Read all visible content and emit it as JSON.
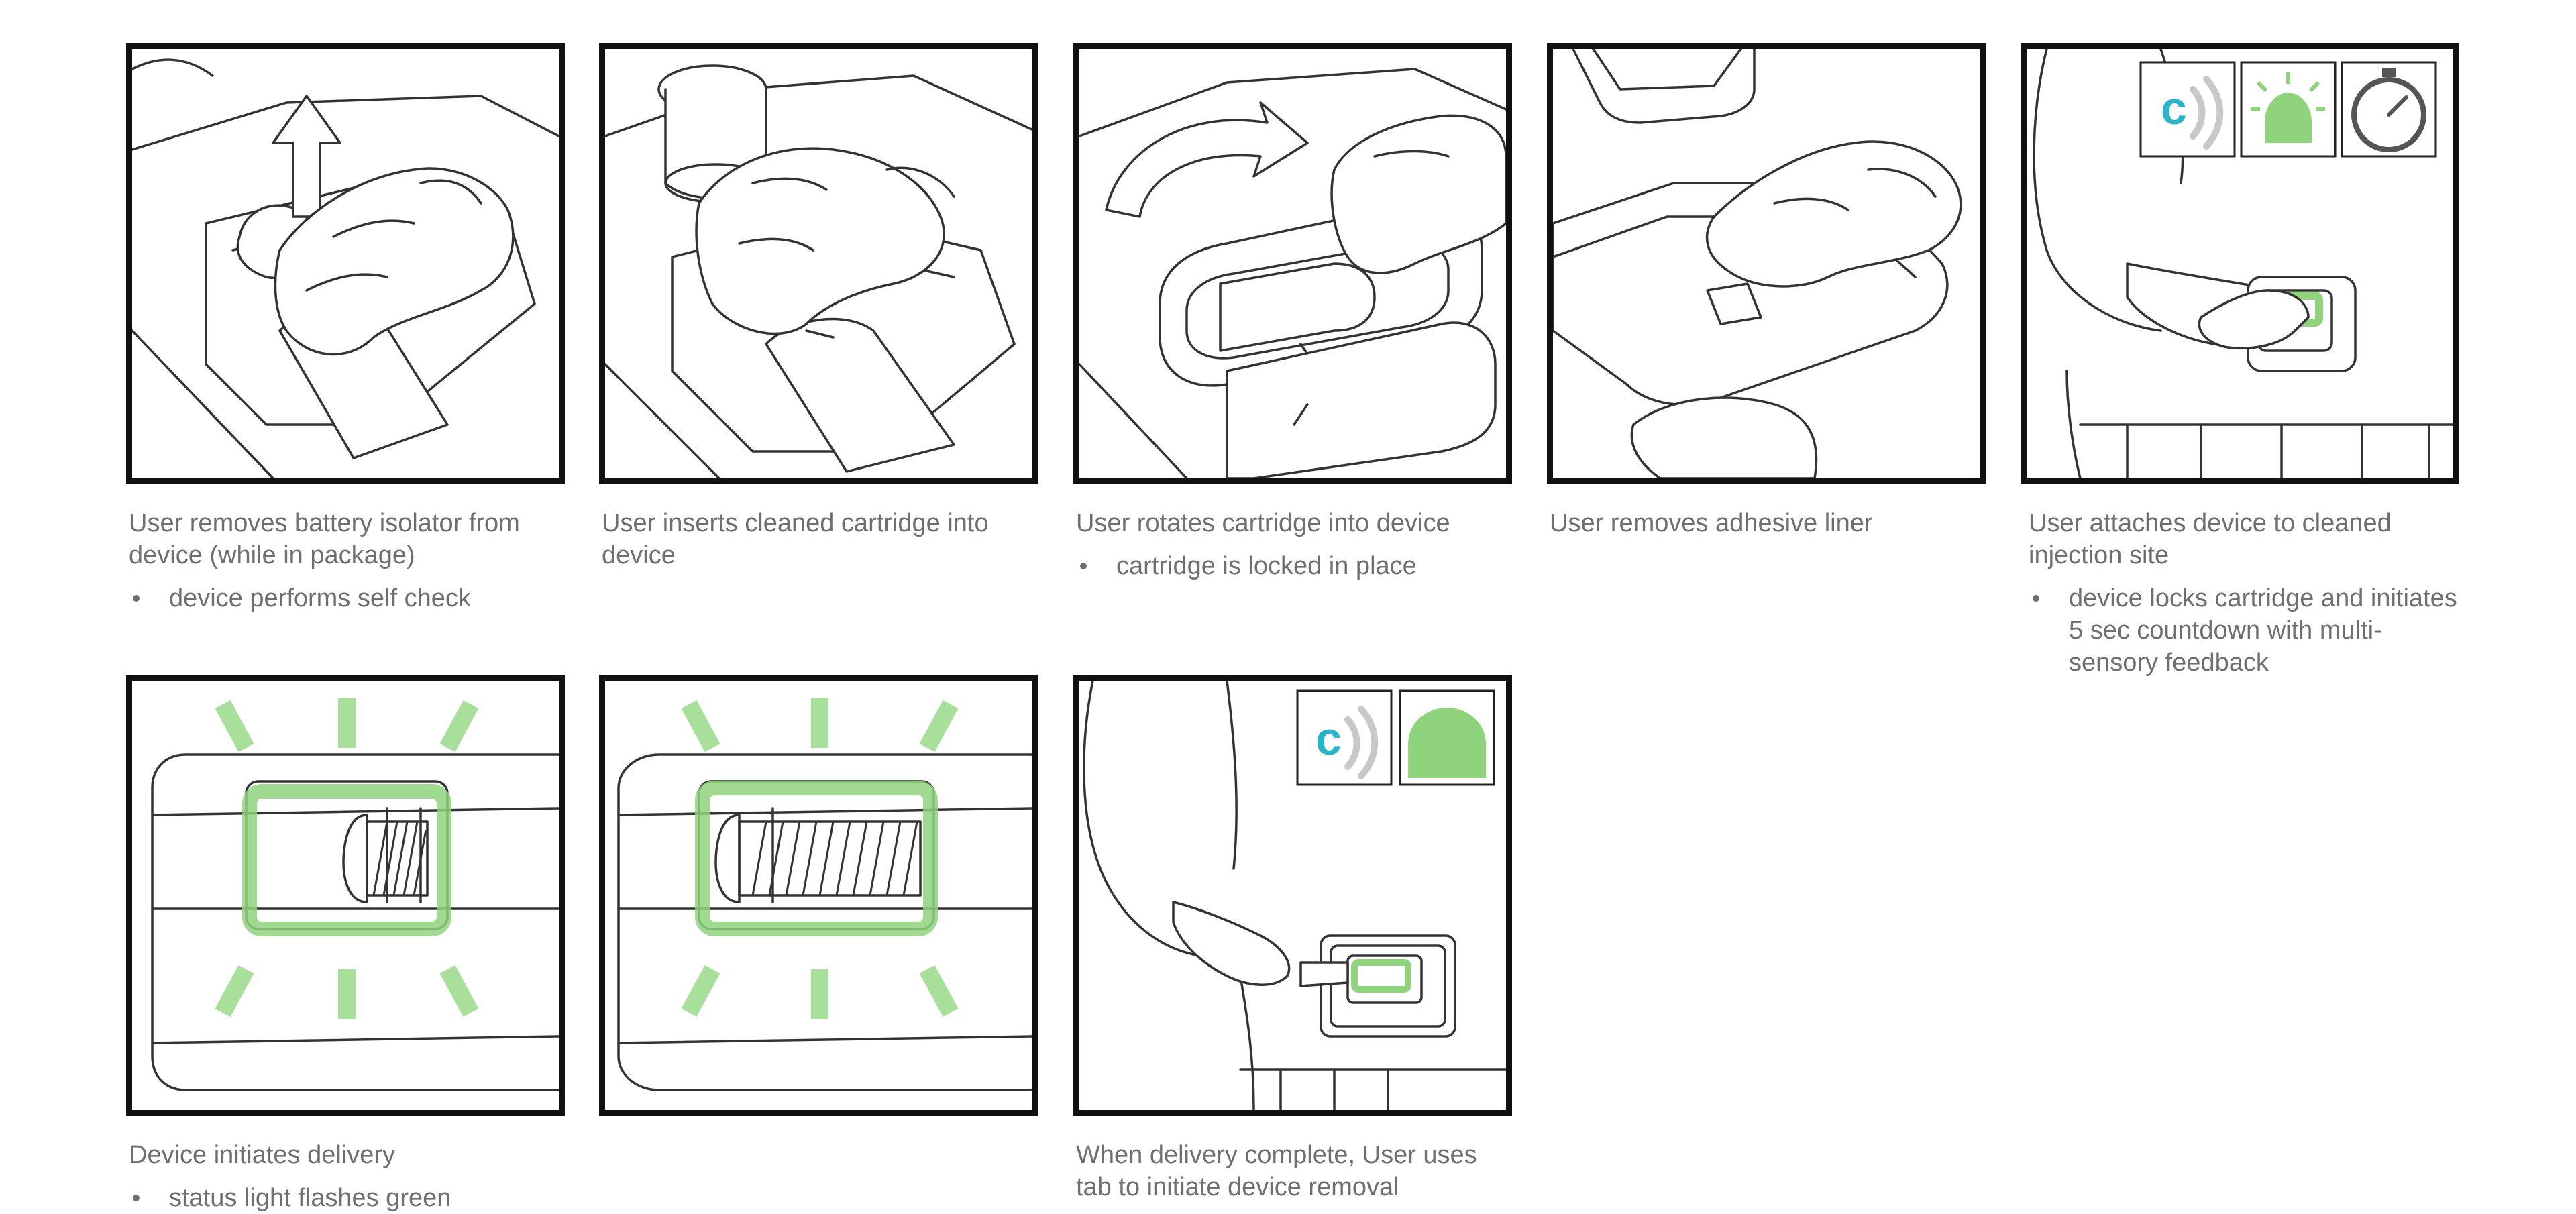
{
  "steps": [
    {
      "id": "step-1",
      "title": "User removes battery isolator from device (while in package)",
      "bullets": [
        "device performs self check"
      ]
    },
    {
      "id": "step-2",
      "title": "User inserts cleaned cartridge into device",
      "bullets": []
    },
    {
      "id": "step-3",
      "title": "User rotates cartridge into device",
      "bullets": [
        "cartridge is locked in place"
      ]
    },
    {
      "id": "step-4",
      "title": "User removes adhesive liner",
      "bullets": []
    },
    {
      "id": "step-5",
      "title": "User attaches device to cleaned injection site",
      "bullets": [
        "device locks cartridge and initiates 5 sec countdown with multi-sensory feedback"
      ]
    },
    {
      "id": "step-6",
      "title": "Device initiates delivery",
      "bullets": [
        "status light flashes green"
      ]
    },
    {
      "id": "step-7",
      "title": "",
      "bullets": []
    },
    {
      "id": "step-8",
      "title": "When delivery complete, User uses tab to initiate device removal",
      "bullets": []
    }
  ],
  "icons": {
    "sound": "sound-icon",
    "light": "status-light-icon",
    "timer": "stopwatch-icon"
  },
  "colors": {
    "accent_green": "#8fd47c",
    "accent_teal": "#2bb3c9",
    "text_gray": "#6f6f6f",
    "frame": "#111111"
  }
}
